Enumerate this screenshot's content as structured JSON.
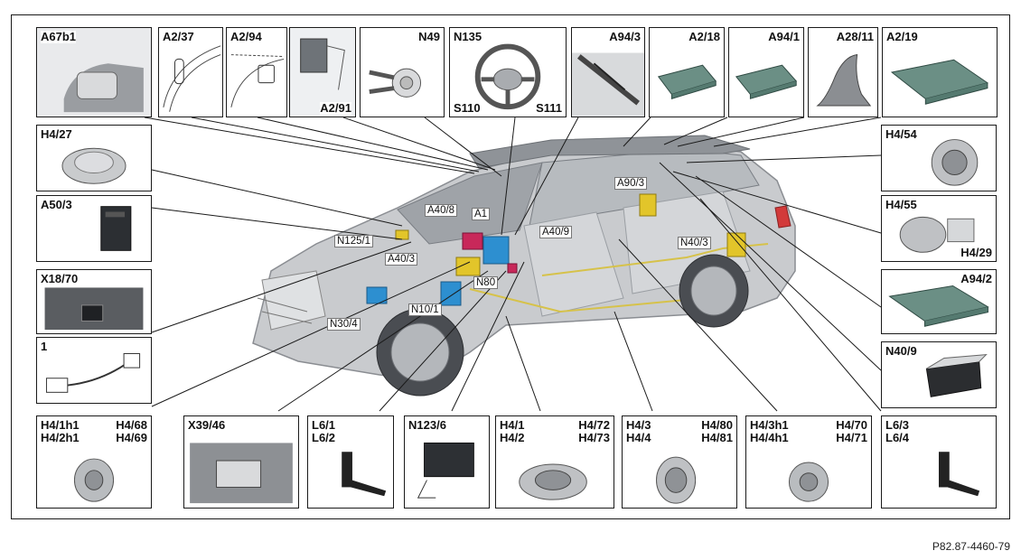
{
  "callouts": {
    "a67b1": "A67b1",
    "a2_37": "A2/37",
    "a2_94": "A2/94",
    "a2_91": "A2/91",
    "n49": "N49",
    "n135": "N135",
    "s110": "S110",
    "s111": "S111",
    "a94_3": "A94/3",
    "a2_18": "A2/18",
    "a94_1": "A94/1",
    "a28_11": "A28/11",
    "a2_19": "A2/19",
    "h4_27": "H4/27",
    "h4_54": "H4/54",
    "a50_3": "A50/3",
    "h4_55": "H4/55",
    "h4_29": "H4/29",
    "x18_70": "X18/70",
    "one": "1",
    "a94_2": "A94/2",
    "n40_9": "N40/9",
    "h4_1h1": "H4/1h1",
    "h4_2h1": "H4/2h1",
    "h4_68": "H4/68",
    "h4_69": "H4/69",
    "x39_46": "X39/46",
    "l6_1": "L6/1",
    "l6_2": "L6/2",
    "n123_6": "N123/6",
    "h4_1": "H4/1",
    "h4_2": "H4/2",
    "h4_72": "H4/72",
    "h4_73": "H4/73",
    "h4_3": "H4/3",
    "h4_4": "H4/4",
    "h4_80": "H4/80",
    "h4_81": "H4/81",
    "h4_3h1": "H4/3h1",
    "h4_4h1": "H4/4h1",
    "h4_70": "H4/70",
    "h4_71": "H4/71",
    "l6_3": "L6/3",
    "l6_4": "L6/4"
  },
  "car_tags": {
    "a90_3": "A90/3",
    "a40_8": "A40/8",
    "a1": "A1",
    "n125_1": "N125/1",
    "a40_9": "A40/9",
    "n40_3": "N40/3",
    "a40_3": "A40/3",
    "n80": "N80",
    "n10_1": "N10/1",
    "n30_4": "N30/4"
  },
  "figure_code": "P82.87-4460-79"
}
